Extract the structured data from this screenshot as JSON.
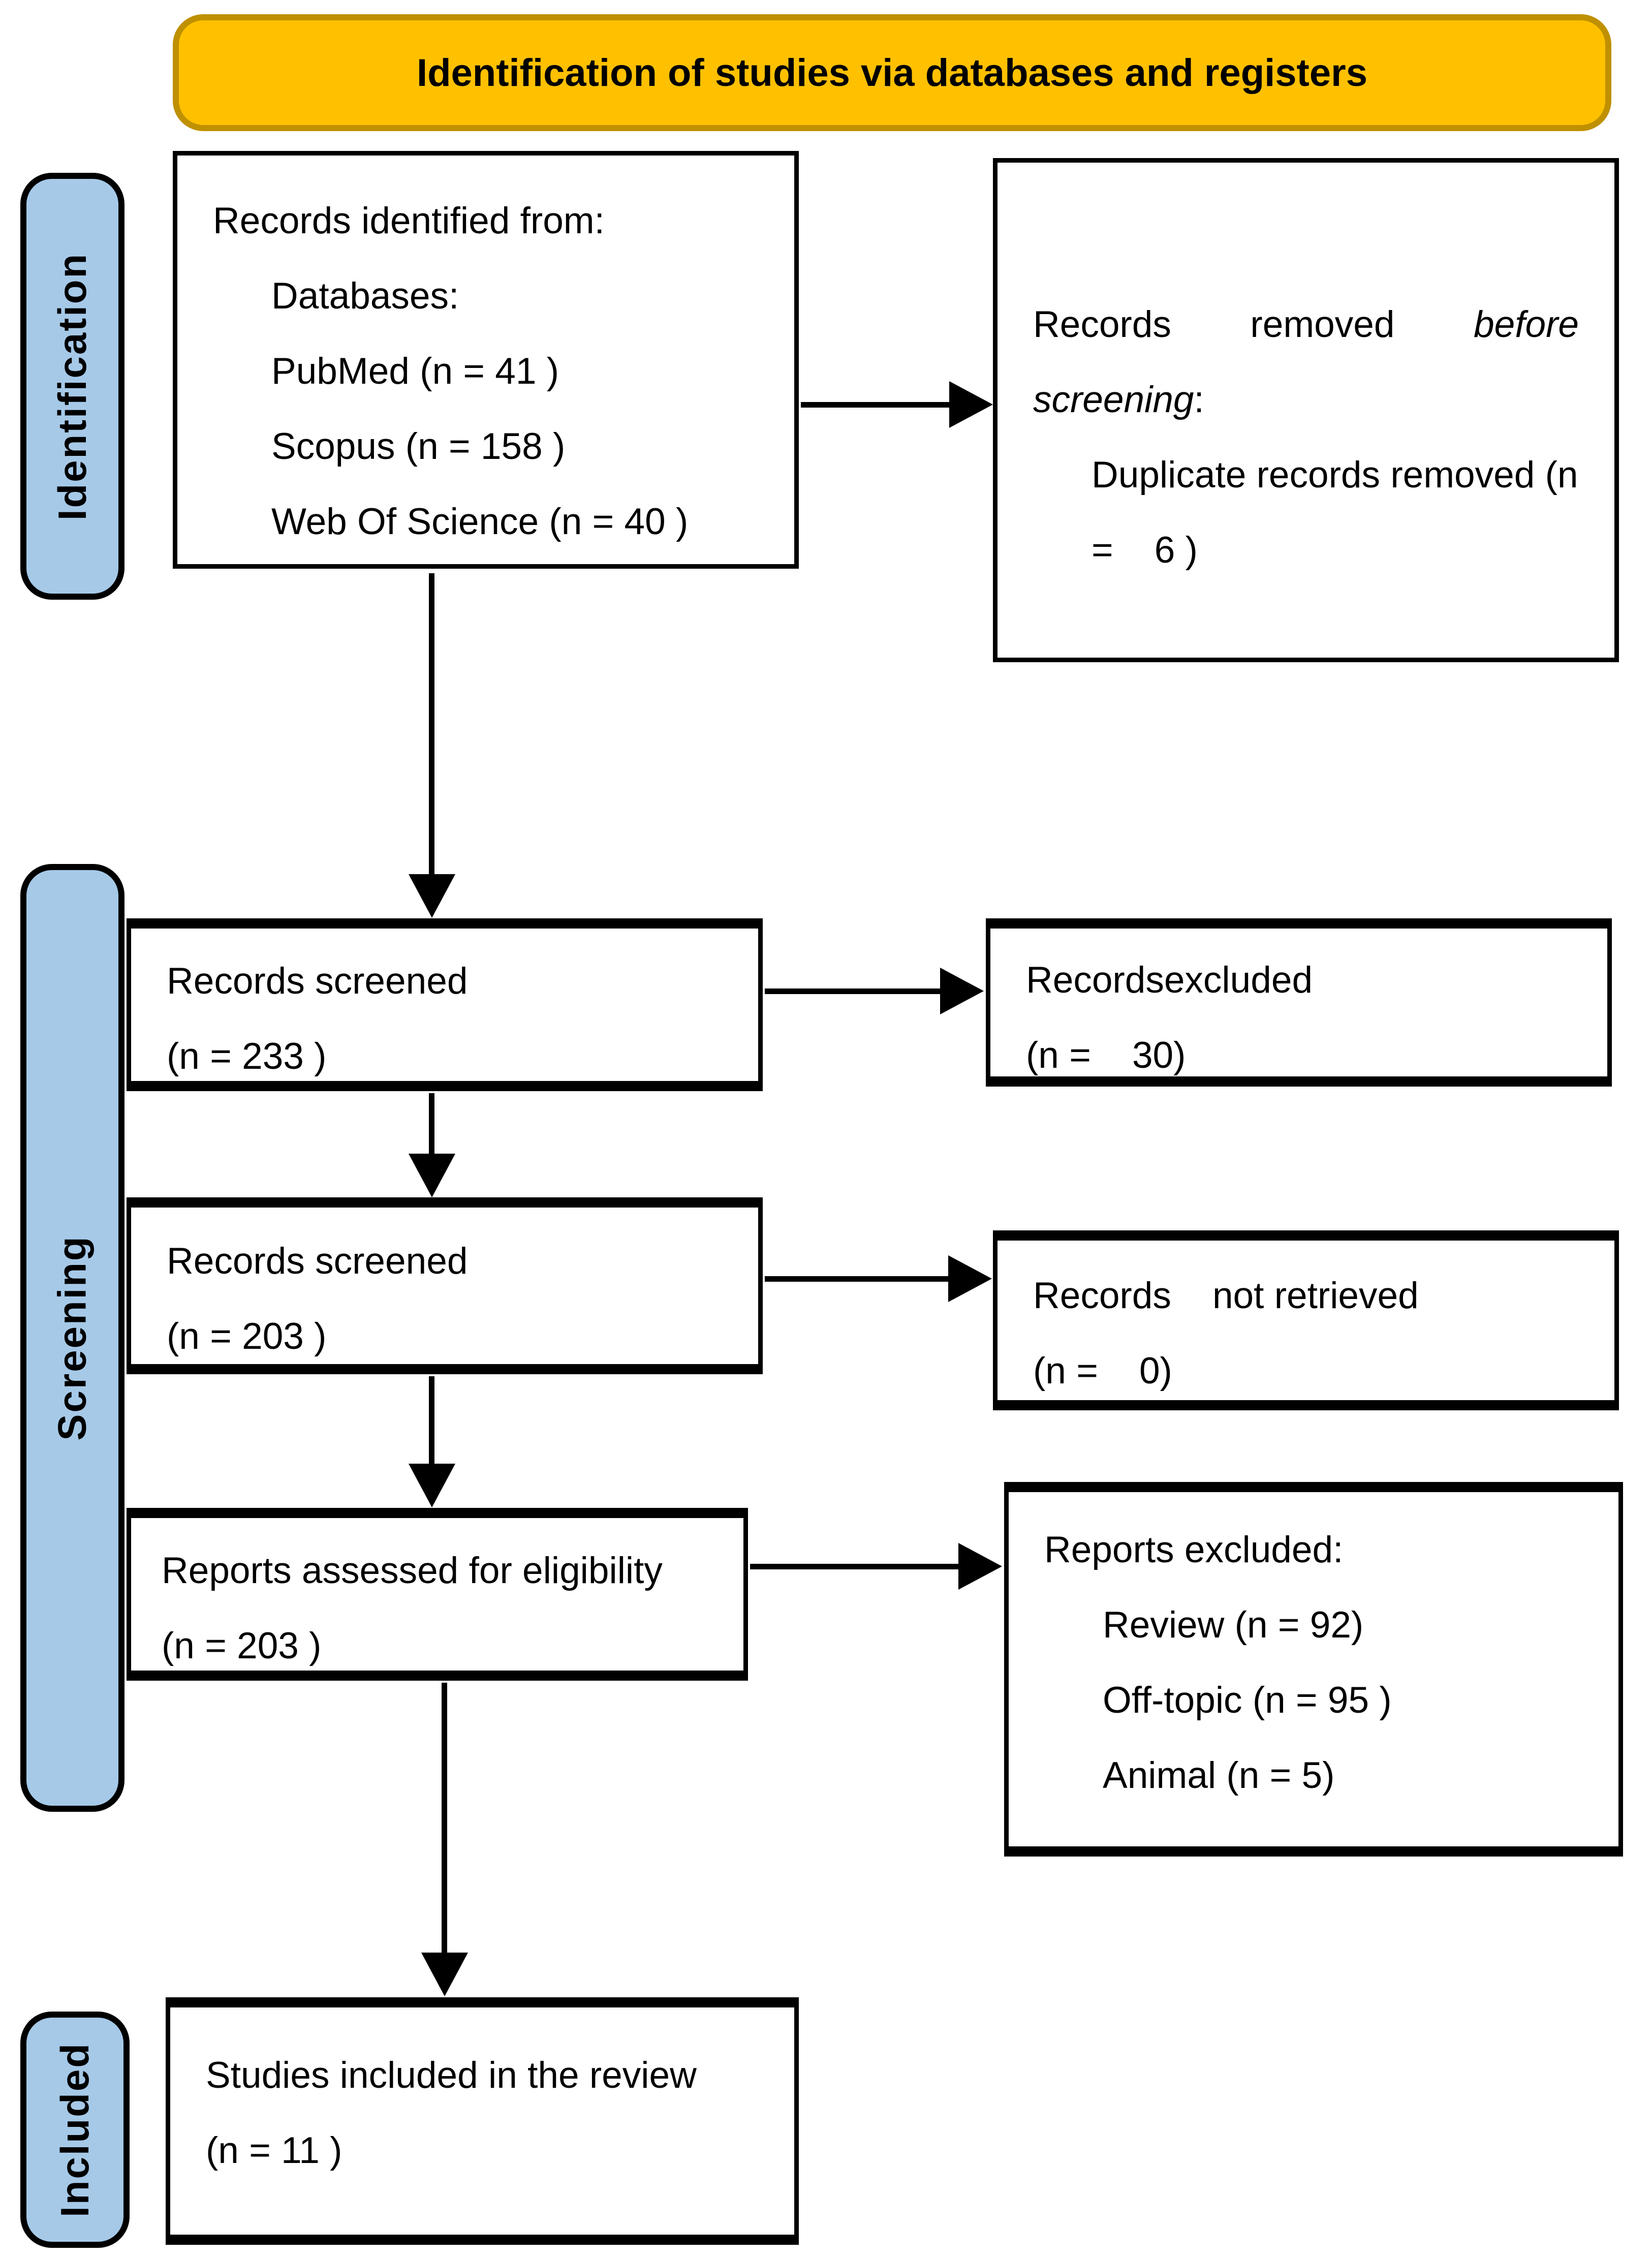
{
  "banner": {
    "title": "Identification of studies via databases and registers"
  },
  "sidebar": {
    "identification": "Identification",
    "screening": "Screening",
    "included": "Included"
  },
  "colors": {
    "banner_fill": "#FFC000",
    "banner_border": "#BF9000",
    "sidebar_fill": "#A6C9E8",
    "box_border": "#000000"
  },
  "boxes": {
    "identified": {
      "lines": [
        "Records identified from:",
        "Databases:",
        "PubMed (n = 41 )",
        "Scopus (n = 158 )",
        "Web Of Science (n = 40 )"
      ]
    },
    "removed_before_screening": {
      "w1": "Records",
      "w2": "removed",
      "w3": "before",
      "line2_italic": "screening",
      "line2_suffix": ":",
      "line3": "Duplicate records removed (n",
      "line4": "=    6 )"
    },
    "screened1": {
      "lines": [
        "Records screened",
        "(n = 233 )"
      ]
    },
    "excluded1": {
      "lines": [
        "Recordsexcluded",
        "(n =    30)"
      ]
    },
    "screened2": {
      "lines": [
        "Records screened",
        "(n = 203 )"
      ]
    },
    "not_retrieved": {
      "lines": [
        "Records    not retrieved",
        "(n =    0)"
      ]
    },
    "assessed": {
      "lines": [
        "Reports assessed for eligibility",
        "(n = 203 )"
      ]
    },
    "reports_excluded": {
      "lines": [
        "Reports excluded:",
        "Review (n = 92)",
        "Off-topic (n = 95 )",
        "Animal (n = 5)"
      ]
    },
    "included_box": {
      "lines": [
        "Studies included in the review",
        "(n = 11 )"
      ]
    }
  }
}
